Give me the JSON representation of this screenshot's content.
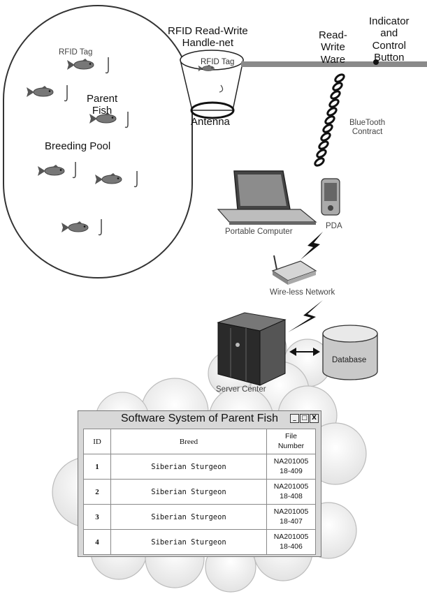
{
  "pool": {
    "tag_label": "RFID Tag",
    "parent_fish_label": "Parent\nFish",
    "breeding_pool_label": "Breeding Pool"
  },
  "handle_net": {
    "title": "RFID Read-Write\nHandle-net",
    "tag_label": "RFID Tag",
    "antenna_label": "Antenna"
  },
  "device": {
    "read_write_label": "Read-\nWrite\nWare",
    "indicator_label": "Indicator\nand\nControl\nButton"
  },
  "bluetooth_label": "BlueTooth\nContract",
  "portable_computer_label": "Portable Computer",
  "pda_label": "PDA",
  "network_label": "Wire-less Network",
  "server_label": "Server Center",
  "database_label": "Database",
  "software_window": {
    "title": "Software System of Parent Fish",
    "controls": [
      "_",
      "□",
      "X"
    ],
    "headers": {
      "id": "ID",
      "breed": "Breed",
      "file": "File\nNumber"
    },
    "rows": [
      {
        "id": "1",
        "breed": "Siberian Sturgeon",
        "file": "NA201005\n18-409"
      },
      {
        "id": "2",
        "breed": "Siberian Sturgeon",
        "file": "NA201005\n18-408"
      },
      {
        "id": "3",
        "breed": "Siberian Sturgeon",
        "file": "NA201005\n18-407"
      },
      {
        "id": "4",
        "breed": "Siberian Sturgeon",
        "file": "NA201005\n18-406"
      }
    ]
  }
}
